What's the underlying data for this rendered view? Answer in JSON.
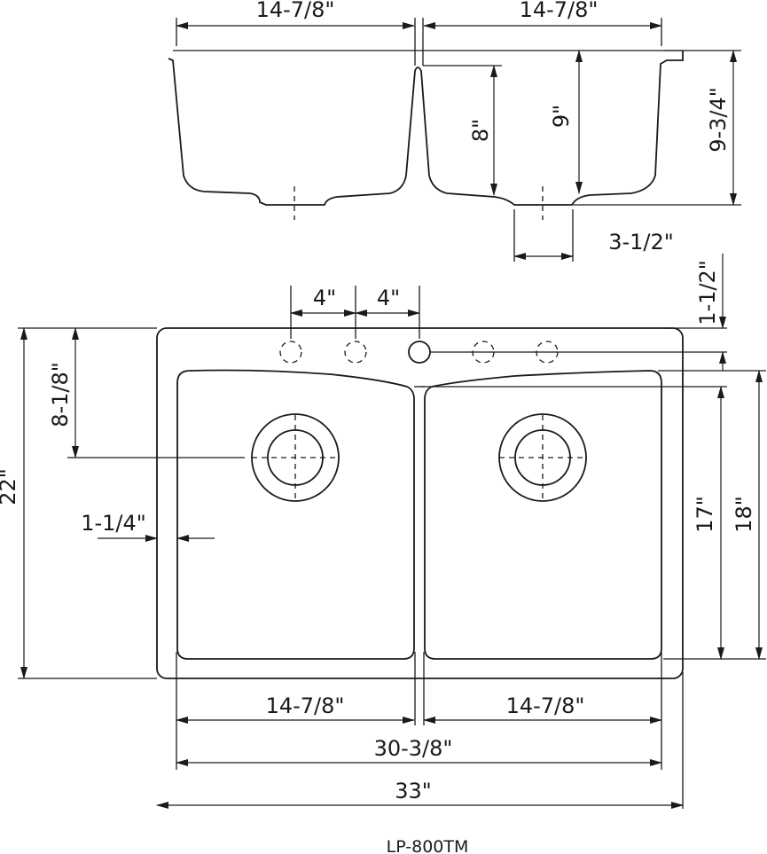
{
  "model": "LP-800TM",
  "dimensions": {
    "top_left_bowl_width": "14-7/8\"",
    "top_right_bowl_width": "14-7/8\"",
    "left_bowl_depth": "8\"",
    "right_bowl_depth": "9\"",
    "overall_height": "9-3/4\"",
    "drain_offset": "3-1/2\"",
    "faucet_spacing_1": "4\"",
    "faucet_spacing_2": "4\"",
    "deck_to_bowl": "1-1/2\"",
    "drain_center_from_top": "8-1/8\"",
    "overall_front_to_back": "22\"",
    "side_rim": "1-1/4\"",
    "bowl_length_left": "17\"",
    "bowl_length_right": "18\"",
    "bottom_left_bowl_width": "14-7/8\"",
    "bottom_right_bowl_width": "14-7/8\"",
    "inner_overall_width": "30-3/8\"",
    "overall_width": "33\""
  }
}
